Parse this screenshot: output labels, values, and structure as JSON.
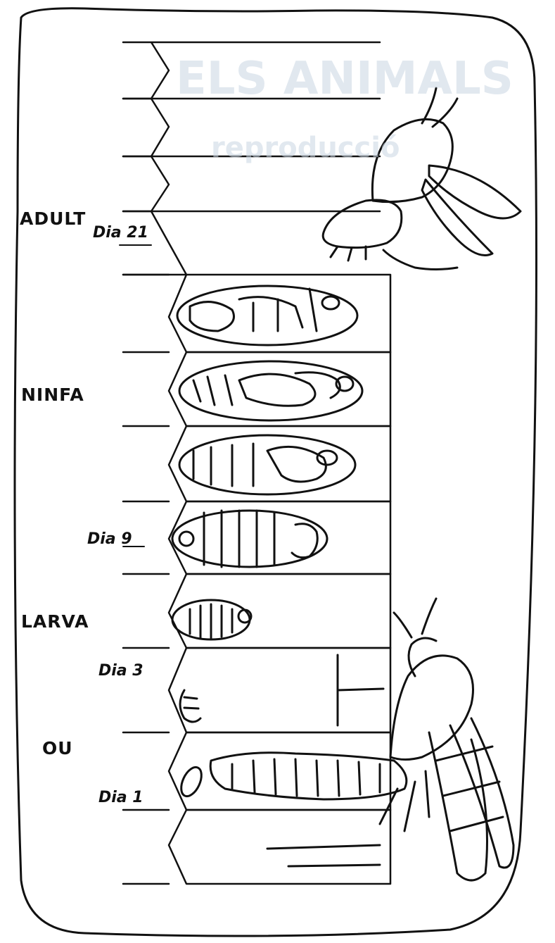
{
  "diagram": {
    "stages": [
      {
        "id": "adult",
        "label": "ADULT"
      },
      {
        "id": "ninfa",
        "label": "NINFA"
      },
      {
        "id": "larva",
        "label": "LARVA"
      },
      {
        "id": "ou",
        "label": "OU"
      }
    ],
    "days": [
      {
        "id": "dia-21",
        "label": "Dia 21"
      },
      {
        "id": "dia-9",
        "label": "Dia 9"
      },
      {
        "id": "dia-3",
        "label": "Dia 3"
      },
      {
        "id": "dia-1",
        "label": "Dia 1"
      }
    ],
    "background_ghost_text": {
      "title": "ELS ANIMALS",
      "subtitle": "reproducció"
    }
  }
}
